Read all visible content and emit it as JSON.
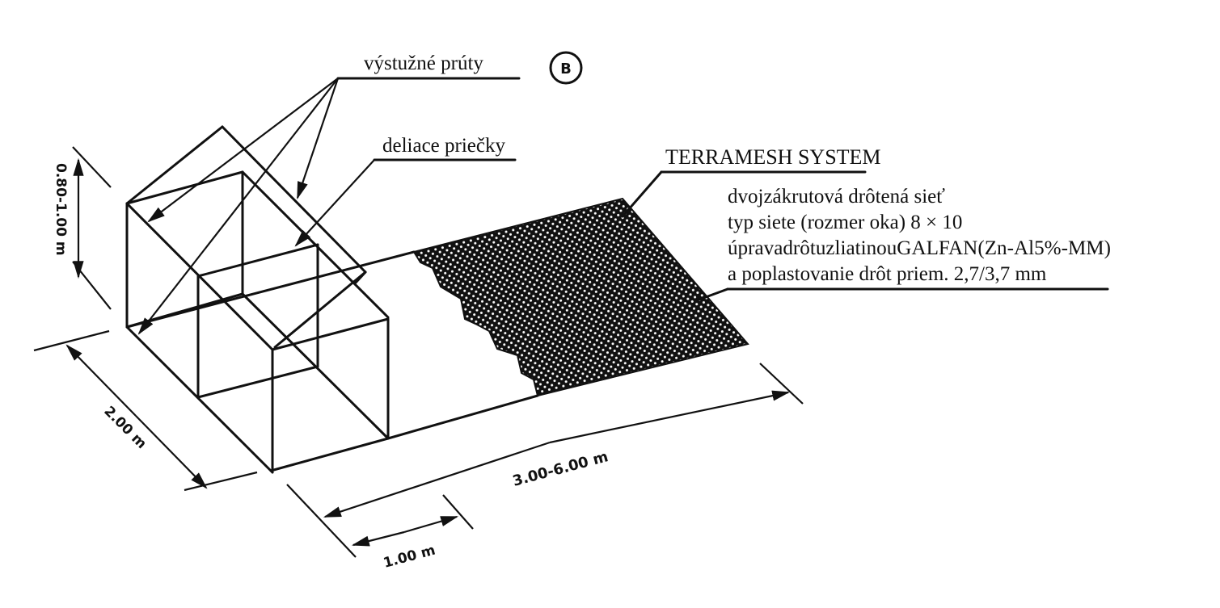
{
  "labels": {
    "reinforcing_bars": "výstužné prúty",
    "partitions": "deliace priečky",
    "detail_marker": "B",
    "system_title": "TERRAMESH SYSTEM",
    "spec_lines": [
      "dvojzákrutová drôtená sieť",
      "typ siete (rozmer oka) 8 × 10",
      "úpravadrôtuzliatinouGALFAN(Zn-Al5%-MM)",
      "a poplastovanie drôt priem. 2,7/3,7 mm"
    ]
  },
  "dimensions": {
    "height": "0.80-1.00 m",
    "width": "2.00 m",
    "length": "3.00-6.00 m",
    "spacing": "1.00 m"
  },
  "colors": {
    "ink": "#111111",
    "background": "#ffffff"
  }
}
